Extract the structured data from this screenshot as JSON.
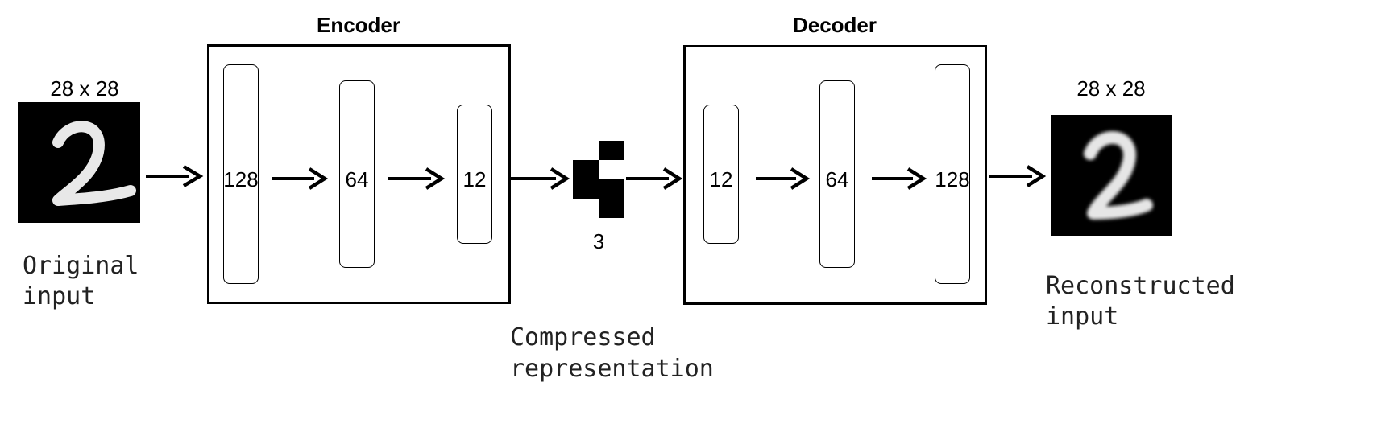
{
  "encoder": {
    "title": "Encoder",
    "layers": [
      "128",
      "64",
      "12"
    ]
  },
  "decoder": {
    "title": "Decoder",
    "layers": [
      "12",
      "64",
      "128"
    ]
  },
  "input": {
    "size_label": "28 x 28",
    "caption_line1": "Original",
    "caption_line2": "input",
    "icon": "handwritten-digit-2-image"
  },
  "output": {
    "size_label": "28 x 28",
    "caption_line1": "Reconstructed",
    "caption_line2": "input",
    "icon": "handwritten-digit-2-image"
  },
  "code": {
    "size_label": "3",
    "caption_line1": "Compressed",
    "caption_line2": "representation",
    "cells": [
      [
        "white",
        "black"
      ],
      [
        "black",
        "white"
      ],
      [
        "black",
        "black"
      ],
      [
        "white",
        "black"
      ]
    ]
  },
  "colors": {
    "foreground": "#000000",
    "background": "#ffffff",
    "digit_stroke": "#e8e8e8"
  }
}
